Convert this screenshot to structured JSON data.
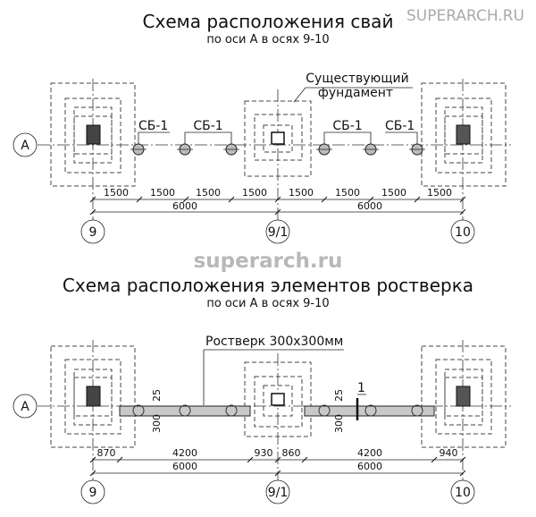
{
  "watermark_top": "SUPERARCH.RU",
  "watermark_mid": "superarch.ru",
  "scheme1": {
    "title": "Схема расположения свай",
    "subtitle": "по оси А в осях 9-10",
    "pile_label": "СБ-1",
    "existing_line1": "Существующий",
    "existing_line2": "фундамент",
    "dims_top": [
      "1500",
      "1500",
      "1500",
      "1500",
      "1500",
      "1500",
      "1500",
      "1500"
    ],
    "dims_total": [
      "6000",
      "6000"
    ]
  },
  "scheme2": {
    "title": "Схема расположения элементов ростверка",
    "subtitle": "по оси А в осях 9-10",
    "grillage_label": "Ростверк 300x300мм",
    "offset_label": "25",
    "height_label": "300",
    "section_mark": "1",
    "dims_top": [
      "870",
      "4200",
      "930",
      "860",
      "4200",
      "940"
    ],
    "dims_total": [
      "6000",
      "6000"
    ]
  },
  "axes": {
    "row": "А",
    "col1": "9",
    "col2": "9/1",
    "col3": "10"
  }
}
